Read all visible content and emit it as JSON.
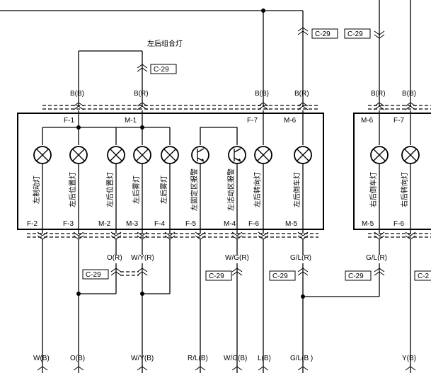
{
  "title": "左后组合灯",
  "connector_tags": [
    "C-29",
    "C-29",
    "C-29",
    "C-29",
    "C-29",
    "C-29",
    "C-29",
    "C-2"
  ],
  "top_wires": [
    "B(B)",
    "B(R)",
    "B(B)",
    "B(R)",
    "B(R)",
    "B(B)"
  ],
  "left_unit": {
    "top_pins": [
      "F-1",
      "M-1",
      "F-7",
      "M-6"
    ],
    "bottom_pins": [
      "F-2",
      "F-3",
      "M-2",
      "M-3",
      "F-4",
      "F-5",
      "M-4",
      "F-6",
      "M-5"
    ],
    "lamps": [
      "左制动灯",
      "左后位置灯",
      "左后位置灯",
      "左后雾灯",
      "左后雾灯",
      "左固定区报警",
      "左活动区报警",
      "左后转向灯",
      "左后倒车灯"
    ]
  },
  "right_unit": {
    "top_pins": [
      "M-6",
      "F-7"
    ],
    "bottom_pins": [
      "M-5",
      "F-6"
    ],
    "lamps": [
      "右后倒车灯",
      "右后转向灯"
    ]
  },
  "mid_wires": [
    "O(R)",
    "W/Y(R)",
    "W/G(R)",
    "G/L(R)",
    "G/L(R)"
  ],
  "bottom_wires": [
    "W(B)",
    "O(B)",
    "W/Y(B)",
    "R/L(B)",
    "W/G(B)",
    "L(B)",
    "G/L(B )",
    "Y(B)"
  ]
}
